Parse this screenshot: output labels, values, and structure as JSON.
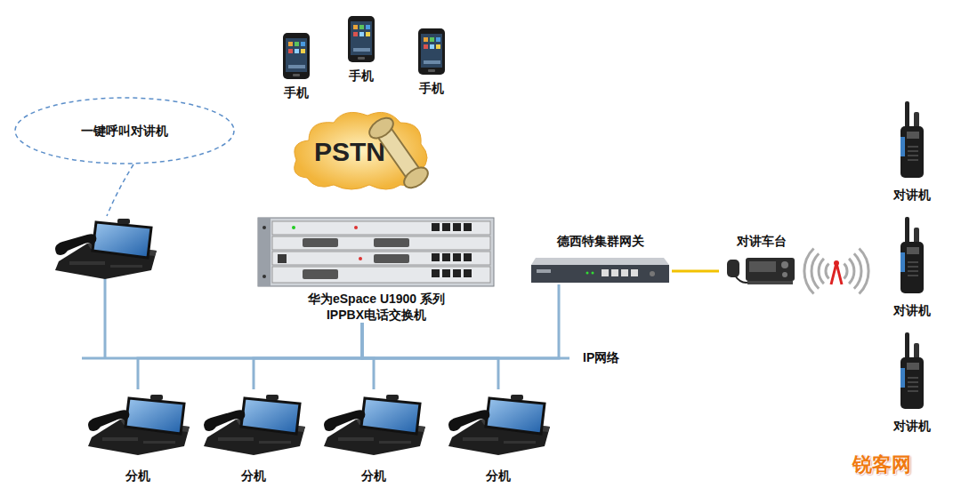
{
  "diagram": {
    "nodes": [
      {
        "text": [
          "手机"
        ]
      },
      {
        "text": [
          "手机"
        ]
      },
      {
        "text": [
          "手机"
        ]
      },
      {
        "text": [
          "PSTN"
        ]
      },
      {
        "text": [
          "一键呼叫对讲机"
        ]
      },
      {
        "text": [
          "华为eSpace U1900 系列 IPPBX电话交换机"
        ]
      },
      {
        "text": [
          "德西特集群网关"
        ]
      },
      {
        "text": [
          "对讲车台"
        ]
      },
      {
        "text": [
          "对讲机"
        ]
      },
      {
        "text": [
          "对讲机"
        ]
      },
      {
        "text": [
          "对讲机"
        ]
      },
      {
        "text": [
          "分机"
        ]
      },
      {
        "text": [
          "分机"
        ]
      },
      {
        "text": [
          "分机"
        ]
      },
      {
        "text": [
          "分机"
        ]
      }
    ],
    "edges": [
      {
        "from": 11,
        "to": 5,
        "arrow": "none"
      },
      {
        "from": 12,
        "to": 5,
        "arrow": "none"
      },
      {
        "from": 13,
        "to": 5,
        "arrow": "none"
      },
      {
        "from": 14,
        "to": 5,
        "arrow": "none"
      },
      {
        "from": 6,
        "to": 5,
        "arrow": "none"
      },
      {
        "from": 6,
        "to": 7,
        "arrow": "none"
      }
    ],
    "labels": [
      "IP网络",
      "锐客网"
    ]
  }
}
